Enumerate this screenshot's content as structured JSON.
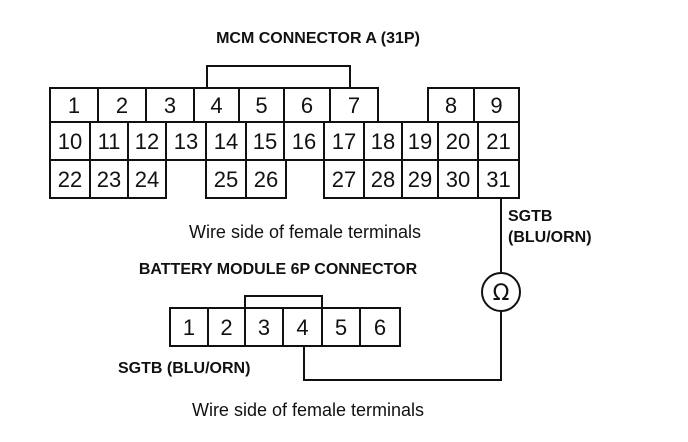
{
  "mcm_connector": {
    "title": "MCM CONNECTOR A (31P)",
    "caption": "Wire side of female terminals",
    "pins": [
      "1",
      "2",
      "3",
      "4",
      "5",
      "6",
      "7",
      "8",
      "9",
      "10",
      "11",
      "12",
      "13",
      "14",
      "15",
      "16",
      "17",
      "18",
      "19",
      "20",
      "21",
      "22",
      "23",
      "24",
      "25",
      "26",
      "27",
      "28",
      "29",
      "30",
      "31"
    ]
  },
  "battery_connector": {
    "title": "BATTERY MODULE 6P CONNECTOR",
    "caption": "Wire side of female terminals",
    "pins": [
      "1",
      "2",
      "3",
      "4",
      "5",
      "6"
    ]
  },
  "wire": {
    "label_name": "SGTB",
    "label_color": "(BLU/ORN)",
    "bottom_label": "SGTB (BLU/ORN)",
    "meter_symbol": "Ω"
  }
}
